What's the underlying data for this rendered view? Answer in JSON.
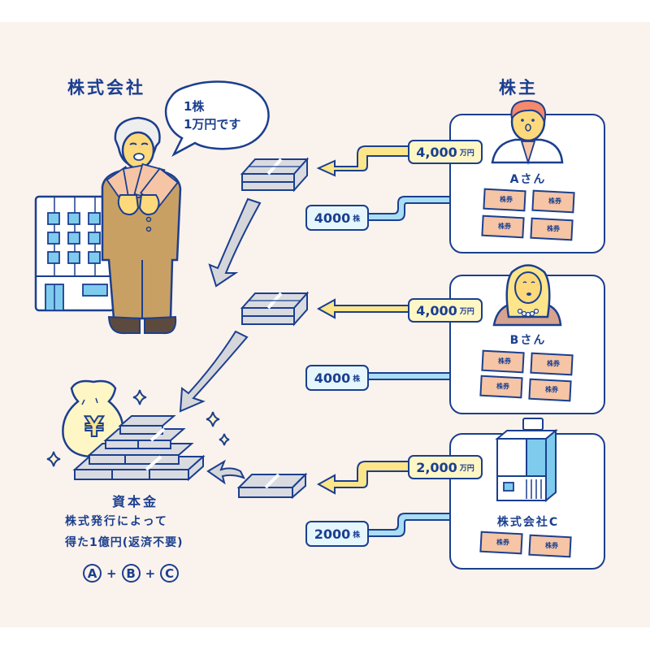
{
  "headings": {
    "company": "株式会社",
    "shareholders": "株主"
  },
  "speech_bubble": {
    "line1": "1株",
    "line2": "1万円です"
  },
  "shareholders": [
    {
      "name": "Aさん",
      "payment_amount": "4,000",
      "payment_unit": "万円",
      "shares_amount": "4000",
      "shares_unit": "株",
      "certificate_count": 4,
      "certificate_label": "株券"
    },
    {
      "name": "Bさん",
      "payment_amount": "4,000",
      "payment_unit": "万円",
      "shares_amount": "4000",
      "shares_unit": "株",
      "certificate_count": 4,
      "certificate_label": "株券"
    },
    {
      "name": "株式会社C",
      "payment_amount": "2,000",
      "payment_unit": "万円",
      "shares_amount": "2000",
      "shares_unit": "株",
      "certificate_count": 2,
      "certificate_label": "株券"
    }
  ],
  "capital": {
    "title": "資本金",
    "line1": "株式発行によって",
    "line2": "得た1億円(返済不要)",
    "formula": [
      "A",
      "B",
      "C"
    ],
    "plus": "+"
  },
  "money_bag_symbol": "¥",
  "colors": {
    "navy": "#1b3f8f",
    "background": "#faf2ec",
    "yen_arrow": "#fde58a",
    "share_arrow": "#a9def5",
    "certificate": "#f6c5a5",
    "suit": "#c9a064",
    "money_stack": "#d9dbe0",
    "gray_arrow": "#d5d6da"
  }
}
